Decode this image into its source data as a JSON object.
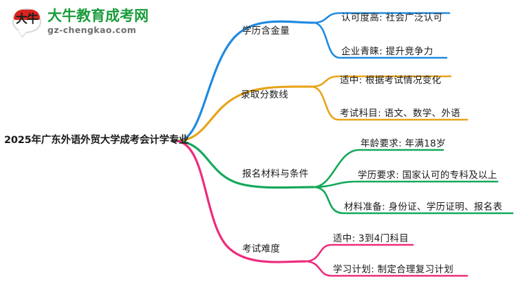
{
  "logo": {
    "mark_text": "大牛",
    "title": "大牛教育成考网",
    "subtitle": "gz-chengkao.com",
    "brand_green": "#1a9c3c",
    "brand_red": "#d9241f"
  },
  "mindmap": {
    "root": {
      "label": "2025年广东外语外贸大学成考会计学专业"
    },
    "branches": [
      {
        "label": "学历含金量",
        "color": "#1f8ae0",
        "leaves": [
          {
            "label": "认可度高: 社会广泛认可"
          },
          {
            "label": "企业青睐: 提升竞争力"
          }
        ]
      },
      {
        "label": "录取分数线",
        "color": "#e8a317",
        "leaves": [
          {
            "label": "适中: 根据考试情况变化"
          },
          {
            "label": "考试科目: 语文、数学、外语"
          }
        ]
      },
      {
        "label": "报名材料与条件",
        "color": "#14a85a",
        "leaves": [
          {
            "label": "年龄要求: 年满18岁"
          },
          {
            "label": "学历要求: 国家认可的专科及以上"
          },
          {
            "label": "材料准备: 身份证、学历证明、报名表"
          }
        ]
      },
      {
        "label": "考试难度",
        "color": "#ee2b7b",
        "leaves": [
          {
            "label": "适中: 3到4门科目"
          },
          {
            "label": "学习计划: 制定合理复习计划"
          }
        ]
      }
    ]
  }
}
